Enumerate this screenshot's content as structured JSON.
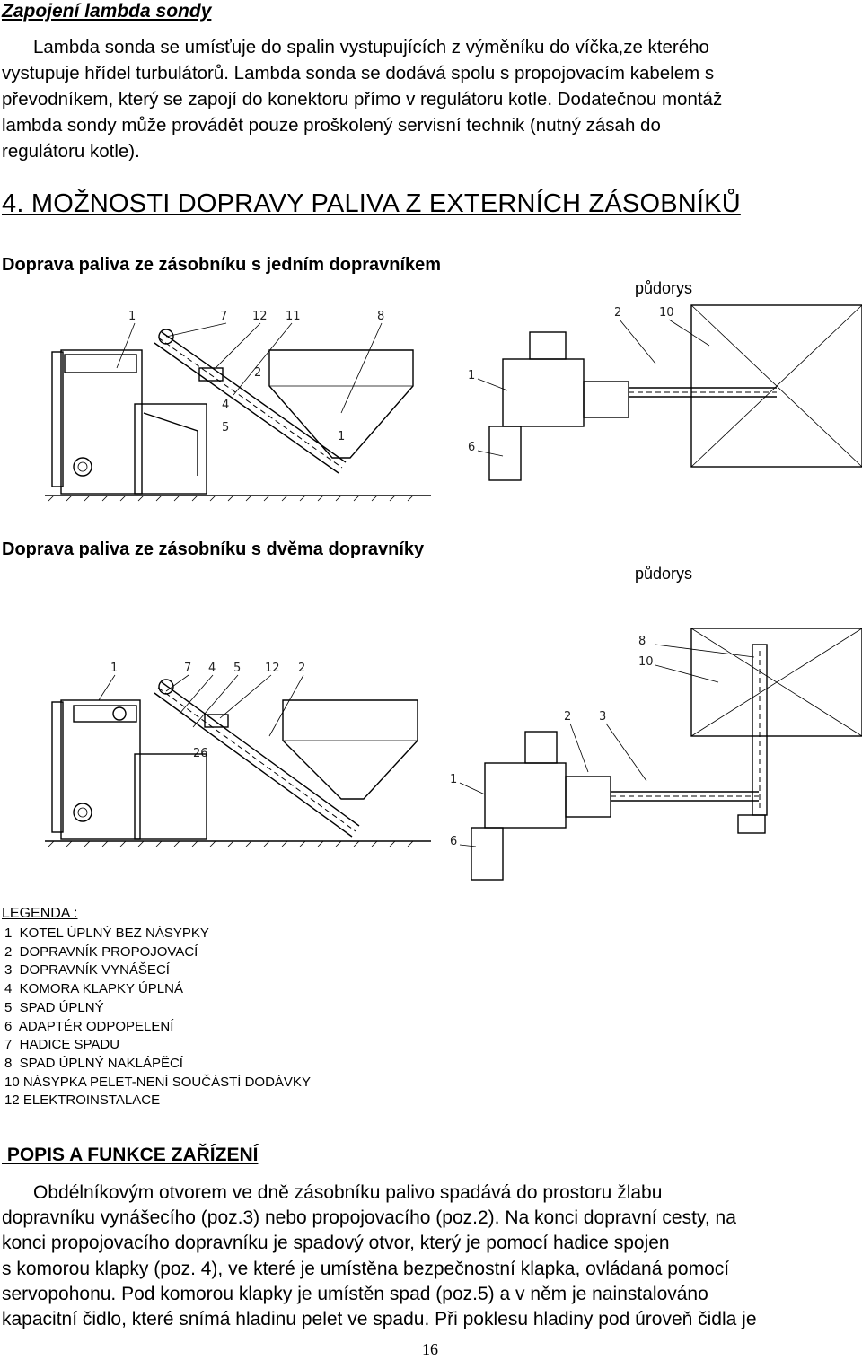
{
  "section_title": "Zapojení lambda sondy",
  "lambda_paragraph": [
    "Lambda sonda se umísťuje do spalin vystupujících z výměníku do víčka,ze kterého",
    "vystupuje hřídel turbulátorů. Lambda sonda se dodává spolu s propojovacím kabelem s",
    "převodníkem, který se zapojí do konektoru přímo v regulátoru kotle. Dodatečnou montáž",
    "lambda sondy může provádět pouze proškolený servisní technik (nutný zásah do",
    "regulátoru kotle)."
  ],
  "heading4": "4. MOŽNOSTI DOPRAVY PALIVA Z EXTERNÍCH ZÁSOBNÍKŮ",
  "variant1": {
    "title": "Doprava paliva ze zásobníku s jedním dopravníkem",
    "plan_label": "půdorys",
    "side_callouts": [
      "1",
      "7",
      "12",
      "11",
      "8",
      "2",
      "4",
      "5",
      "1"
    ],
    "plan_callouts": [
      "2",
      "10",
      "1",
      "6"
    ]
  },
  "variant2": {
    "title": "Doprava paliva ze zásobníku s dvěma dopravníky",
    "plan_label": "půdorys",
    "side_callouts": [
      "1",
      "7",
      "4",
      "5",
      "12",
      "2",
      "26"
    ],
    "plan_callouts": [
      "8",
      "10",
      "2",
      "3",
      "1",
      "6"
    ]
  },
  "legend": {
    "title": "LEGENDA :",
    "items": [
      "1  KOTEL ÚPLNÝ BEZ NÁSYPKY",
      "2  DOPRAVNÍK PROPOJOVACÍ",
      "3  DOPRAVNÍK VYNÁŠECÍ",
      "4  KOMORA KLAPKY ÚPLNÁ",
      "5  SPAD ÚPLNÝ",
      "6  ADAPTÉR ODPOPELENÍ",
      "7  HADICE SPADU",
      "8  SPAD ÚPLNÝ NAKLÁPĚCÍ",
      "10 NÁSYPKA PELET-NENÍ SOUČÁSTÍ DODÁVKY",
      "12 ELEKTROINSTALACE"
    ]
  },
  "popis_title": " POPIS A FUNKCE ZAŘÍZENÍ",
  "popis_lines": [
    "Obdélníkovým otvorem ve dně zásobníku palivo spadává do prostoru žlabu",
    "dopravníku vynášecího (poz.3) nebo propojovacího (poz.2). Na konci dopravní cesty, na",
    "konci propojovacího dopravníku je spadový otvor, který je pomocí hadice spojen",
    "s komorou klapky (poz. 4), ve které je umístěna bezpečnostní klapka, ovládaná pomocí",
    "servopohonu. Pod komorou klapky je umístěn spad (poz.5) a v něm je nainstalováno",
    "kapacitní čidlo, které snímá hladinu pelet ve spadu. Při poklesu hladiny pod úroveň čidla je"
  ],
  "page_number": "16"
}
